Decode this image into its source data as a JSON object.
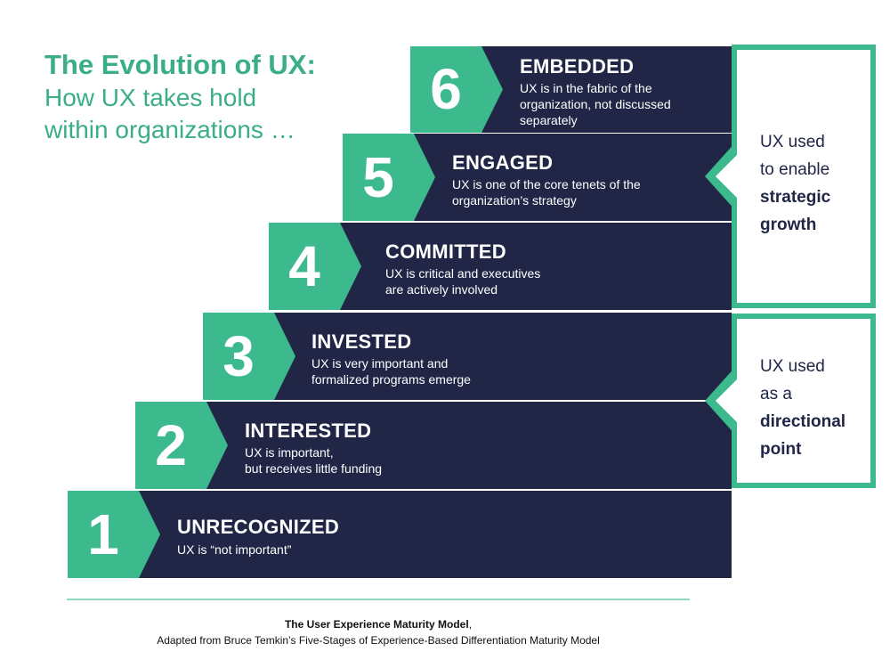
{
  "title": "The Evolution of UX:",
  "subtitle_line1": "How UX takes hold",
  "subtitle_line2": "within organizations …",
  "steps": [
    {
      "num": "1",
      "label": "UNRECOGNIZED",
      "desc1": "UX is “not important”",
      "desc2": "",
      "desc3": ""
    },
    {
      "num": "2",
      "label": "INTERESTED",
      "desc1": "UX is important,",
      "desc2": "but receives little funding",
      "desc3": ""
    },
    {
      "num": "3",
      "label": "INVESTED",
      "desc1": "UX is very important and",
      "desc2": "formalized programs emerge",
      "desc3": ""
    },
    {
      "num": "4",
      "label": "COMMITTED",
      "desc1": "UX is critical and executives",
      "desc2": "are actively involved",
      "desc3": ""
    },
    {
      "num": "5",
      "label": "ENGAGED",
      "desc1": "UX is one of the core tenets of the",
      "desc2": "organization’s strategy",
      "desc3": ""
    },
    {
      "num": "6",
      "label": "EMBEDDED",
      "desc1": "UX is in the fabric of the",
      "desc2": "organization, not discussed",
      "desc3": "separately"
    }
  ],
  "callouts": {
    "strategic": {
      "line1": "UX used",
      "line2": "to enable",
      "line3": "strategic",
      "line4": "growth"
    },
    "directional": {
      "line1": "UX used",
      "line2": "as a",
      "line3": "directional",
      "line4": "point"
    }
  },
  "footer": {
    "line1": "The User Experience Maturity Model",
    "line1_suffix": ",",
    "line2": "Adapted from Bruce Temkin’s Five-Stages of Experience-Based Differentiation Maturity Model"
  },
  "colors": {
    "navy": "#212647",
    "green": "#3dba8d",
    "title_green": "#3aae88"
  }
}
